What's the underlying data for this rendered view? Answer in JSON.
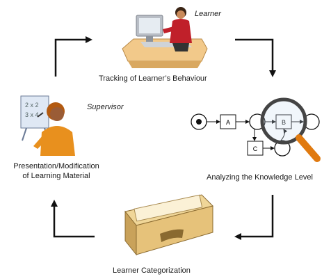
{
  "roles": {
    "learner": "Learner",
    "supervisor": "Supervisor"
  },
  "steps": {
    "tracking": "Tracking of Learner’s Behaviour",
    "analyzing": "Analyzing the Knowledge Level",
    "categorization": "Learner Categorization",
    "presentation_line1": "Presentation/Modification",
    "presentation_line2": "of Learning Material"
  },
  "petri_net": {
    "transition_a": "A",
    "transition_b": "B",
    "transition_c": "C"
  },
  "board_text": {
    "line1": "2 x 2",
    "line2": "3 x 4"
  },
  "colors": {
    "line": "#111111",
    "glass_handle": "#e07a10",
    "desk": "#f2c98a",
    "drawer": "#e6c27a",
    "learner_shirt": "#c0202a",
    "supervisor_shirt": "#e8901e"
  }
}
